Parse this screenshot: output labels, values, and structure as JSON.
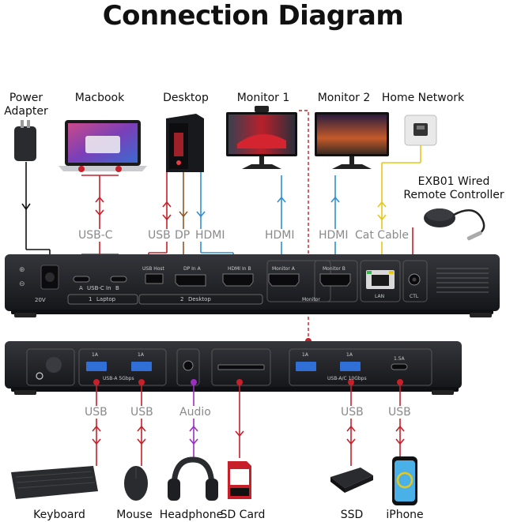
{
  "title": "Connection Diagram",
  "devices_top": {
    "power": "Power\nAdapter",
    "macbook": "Macbook",
    "desktop": "Desktop",
    "monitor1": "Monitor 1",
    "monitor2": "Monitor 2",
    "network": "Home Network",
    "remote": "EXB01 Wired\nRemote Controller"
  },
  "devices_bottom": {
    "keyboard": "Keyboard",
    "mouse": "Mouse",
    "headphone": "Headphone",
    "sdcard": "SD Card",
    "ssd": "SSD",
    "iphone": "iPhone"
  },
  "cables_top": {
    "usbc": "USB-C",
    "usb": "USB",
    "dp": "DP",
    "hdmi1": "HDMI",
    "hdmi2": "HDMI",
    "hdmi3": "HDMI",
    "cat": "Cat Cable"
  },
  "cables_bottom": {
    "usb1": "USB",
    "usb2": "USB",
    "audio": "Audio",
    "usb3": "USB",
    "usb4": "USB"
  },
  "dock_back": {
    "power_label": "20V",
    "usbc_a": "A",
    "usbc_in": "USB-C In",
    "usbc_b": "B",
    "laptop_group": "Laptop",
    "laptop_num": "1",
    "usb_host": "USB Host",
    "dp_in": "DP In A",
    "hdmi_in": "HDMI In B",
    "desktop_group": "Desktop",
    "desktop_num": "2",
    "monitor_a": "Monitor A",
    "monitor_b": "Monitor B",
    "monitor_group": "Monitor",
    "lan": "LAN",
    "ctl": "CTL"
  },
  "dock_front": {
    "amp1": "1A",
    "amp2": "1A",
    "usba_group": "USB-A 5Gbps",
    "amp3": "1A",
    "amp4": "1A",
    "amp5": "1.5A",
    "usbac_group": "USB-A/C 10Gbps"
  },
  "colors": {
    "usb": "#c8202a",
    "dp": "#8b5a2b",
    "hdmi": "#2f8fd1",
    "cat": "#e8c814",
    "audio": "#9b30c0",
    "power": "#111111",
    "dock": "#1d1e22"
  }
}
